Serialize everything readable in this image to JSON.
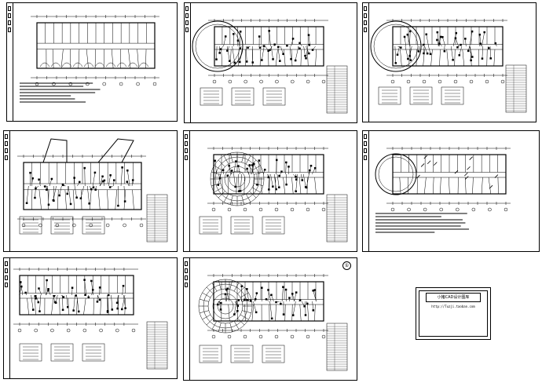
{
  "drawing_sheets": [
    {
      "id": "sheet-1",
      "caption": "",
      "type": "plan-simple"
    },
    {
      "id": "sheet-2",
      "caption": "",
      "type": "plan-round-left"
    },
    {
      "id": "sheet-3",
      "caption": "",
      "type": "plan-round-left-small"
    },
    {
      "id": "sheet-4",
      "caption": "",
      "type": "plan-wings"
    },
    {
      "id": "sheet-5",
      "caption": "",
      "type": "plan-circle-center"
    },
    {
      "id": "sheet-6",
      "caption": "",
      "type": "plan-outline"
    },
    {
      "id": "sheet-7",
      "caption": "",
      "type": "plan-rooms"
    },
    {
      "id": "sheet-8",
      "caption": "",
      "type": "plan-circle-left"
    }
  ],
  "stamp": {
    "title": "小猪CAD设计图库",
    "url": "http://Tuzji.taoban.com",
    "line1": "",
    "line2": "",
    "line3": ""
  },
  "sheet_number_mark": "①"
}
